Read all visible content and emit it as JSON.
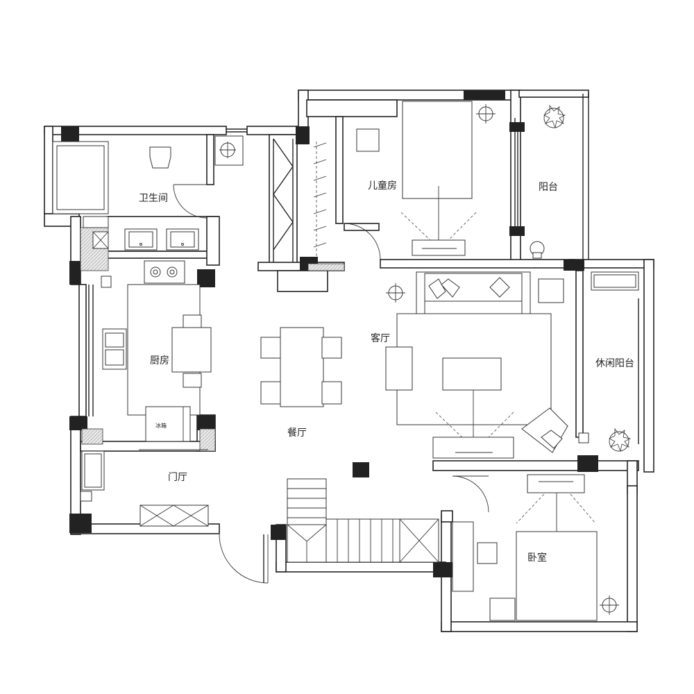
{
  "rooms": {
    "bathroom": "卫生间",
    "kids_room": "儿童房",
    "balcony": "阳台",
    "kitchen": "厨房",
    "living_room": "客厅",
    "leisure_balcony": "休闲阳台",
    "dining_room": "餐厅",
    "foyer": "门厅",
    "bedroom": "卧室"
  },
  "appliances": {
    "fridge": "冰箱"
  },
  "colors": {
    "wall_stroke": "#222222",
    "column_fill": "#222222",
    "background": "#ffffff"
  }
}
